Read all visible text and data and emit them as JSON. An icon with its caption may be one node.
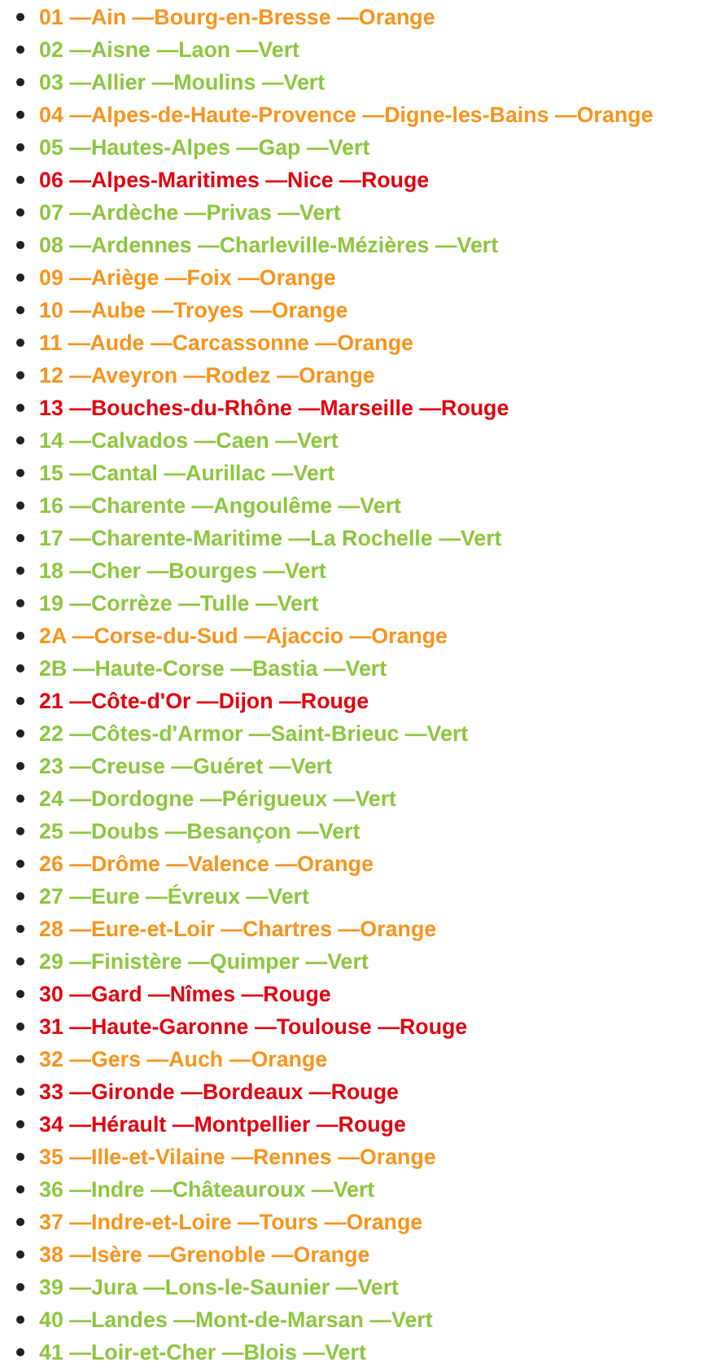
{
  "diagram": {
    "legend": [
      {
        "text": "01 —Ain —Bourg-en-Bresse —Orange",
        "color": "#f7941d"
      },
      {
        "text": "02 —Aisne —Laon —Vert",
        "color": "#8dc63f"
      },
      {
        "text": "03 —Allier —Moulins —Vert",
        "color": "#8dc63f"
      },
      {
        "text": "04 —Alpes-de-Haute-Provence —Digne-les-Bains —Orange",
        "color": "#f7941d"
      },
      {
        "text": "05 —Hautes-Alpes —Gap —Vert",
        "color": "#8dc63f"
      },
      {
        "text": "06 —Alpes-Maritimes —Nice —Rouge",
        "color": "#e3000f"
      },
      {
        "text": "07 —Ardèche —Privas —Vert",
        "color": "#8dc63f"
      },
      {
        "text": "08 —Ardennes —Charleville-Mézières —Vert",
        "color": "#8dc63f"
      },
      {
        "text": "09 —Ariège —Foix —Orange",
        "color": "#f7941d"
      },
      {
        "text": "10 —Aube —Troyes —Orange",
        "color": "#f7941d"
      },
      {
        "text": "11 —Aude —Carcassonne —Orange",
        "color": "#f7941d"
      },
      {
        "text": "12 —Aveyron —Rodez —Orange",
        "color": "#f7941d"
      },
      {
        "text": "13 —Bouches-du-Rhône —Marseille —Rouge",
        "color": "#e3000f"
      },
      {
        "text": "14 —Calvados —Caen —Vert",
        "color": "#8dc63f"
      },
      {
        "text": "15 —Cantal —Aurillac —Vert",
        "color": "#8dc63f"
      },
      {
        "text": "16 —Charente —Angoulême —Vert",
        "color": "#8dc63f"
      },
      {
        "text": "17 —Charente-Maritime —La Rochelle —Vert",
        "color": "#8dc63f"
      },
      {
        "text": "18 —Cher —Bourges —Vert",
        "color": "#8dc63f"
      },
      {
        "text": "19 —Corrèze —Tulle —Vert",
        "color": "#8dc63f"
      },
      {
        "text": "2A —Corse-du-Sud —Ajaccio —Orange",
        "color": "#f7941d"
      },
      {
        "text": "2B —Haute-Corse —Bastia —Vert",
        "color": "#8dc63f"
      },
      {
        "text": "21 —Côte-d'Or —Dijon —Rouge",
        "color": "#e3000f"
      },
      {
        "text": "22 —Côtes-d'Armor —Saint-Brieuc —Vert",
        "color": "#8dc63f"
      },
      {
        "text": "23 —Creuse —Guéret —Vert",
        "color": "#8dc63f"
      },
      {
        "text": "24 —Dordogne —Périgueux —Vert",
        "color": "#8dc63f"
      },
      {
        "text": "25 —Doubs —Besançon —Vert",
        "color": "#8dc63f"
      },
      {
        "text": "26 —Drôme —Valence —Orange",
        "color": "#f7941d"
      },
      {
        "text": "27 —Eure —Évreux —Vert",
        "color": "#8dc63f"
      },
      {
        "text": "28 —Eure-et-Loir —Chartres —Orange",
        "color": "#f7941d"
      },
      {
        "text": "29 —Finistère —Quimper —Vert",
        "color": "#8dc63f"
      },
      {
        "text": "30 —Gard —Nîmes —Rouge",
        "color": "#e3000f"
      },
      {
        "text": "31 —Haute-Garonne —Toulouse —Rouge",
        "color": "#e3000f"
      },
      {
        "text": "32 —Gers —Auch —Orange",
        "color": "#f7941d"
      },
      {
        "text": "33 —Gironde —Bordeaux —Rouge",
        "color": "#e3000f"
      },
      {
        "text": "34 —Hérault —Montpellier —Rouge",
        "color": "#e3000f"
      },
      {
        "text": "35 —Ille-et-Vilaine —Rennes —Orange",
        "color": "#f7941d"
      },
      {
        "text": "36 —Indre —Châteauroux —Vert",
        "color": "#8dc63f"
      },
      {
        "text": "37 —Indre-et-Loire —Tours —Orange",
        "color": "#f7941d"
      },
      {
        "text": "38 —Isère —Grenoble —Orange",
        "color": "#f7941d"
      },
      {
        "text": "39 —Jura —Lons-le-Saunier —Vert",
        "color": "#8dc63f"
      },
      {
        "text": "40 —Landes —Mont-de-Marsan —Vert",
        "color": "#8dc63f"
      },
      {
        "text": "41 —Loir-et-Cher —Blois —Vert",
        "color": "#8dc63f"
      }
    ]
  }
}
